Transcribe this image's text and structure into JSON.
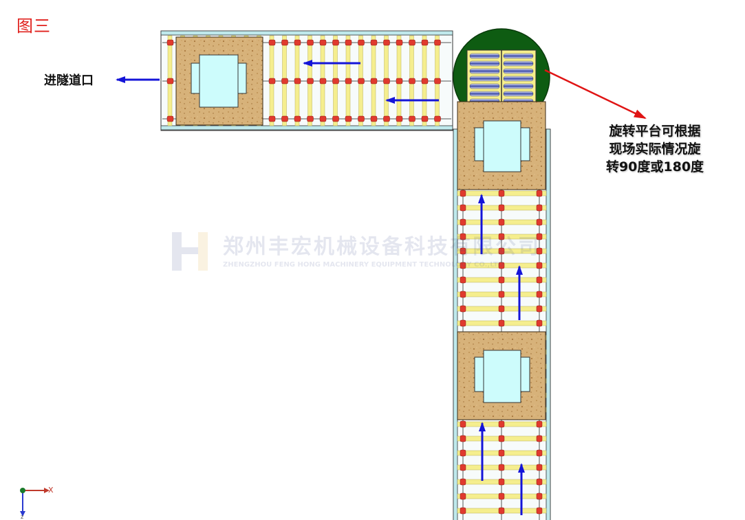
{
  "figure": {
    "title": "图三"
  },
  "labels": {
    "tunnel_entrance": "进隧道口",
    "callout_lines": [
      "旋转平台可根据",
      "现场实际情况旋",
      "转90度或180度"
    ]
  },
  "watermark": {
    "company_cn": "郑州丰宏机械设备科技有限公司",
    "company_en": "ZHENGZHOU FENG HONG MACHINERY EQUIPMENT TECHNOLOGY CO.,LTD"
  },
  "axis": {
    "x_label": "X",
    "z_label": "z"
  },
  "colors": {
    "figure_title": "#e0201c",
    "roller_rail": "#f5ee8e",
    "chain_red": "#e03a2e",
    "platform_green": "#0e5c12",
    "pallet_wood": "#d9b37a",
    "load_box": "#cdfcfc",
    "flow_arrow": "#1414d8",
    "callout_arrow": "#e01414"
  },
  "icons": {
    "flow": "arrow-icon",
    "callout": "pointer-arrow-icon",
    "axis": "coordinate-axis-icon"
  }
}
